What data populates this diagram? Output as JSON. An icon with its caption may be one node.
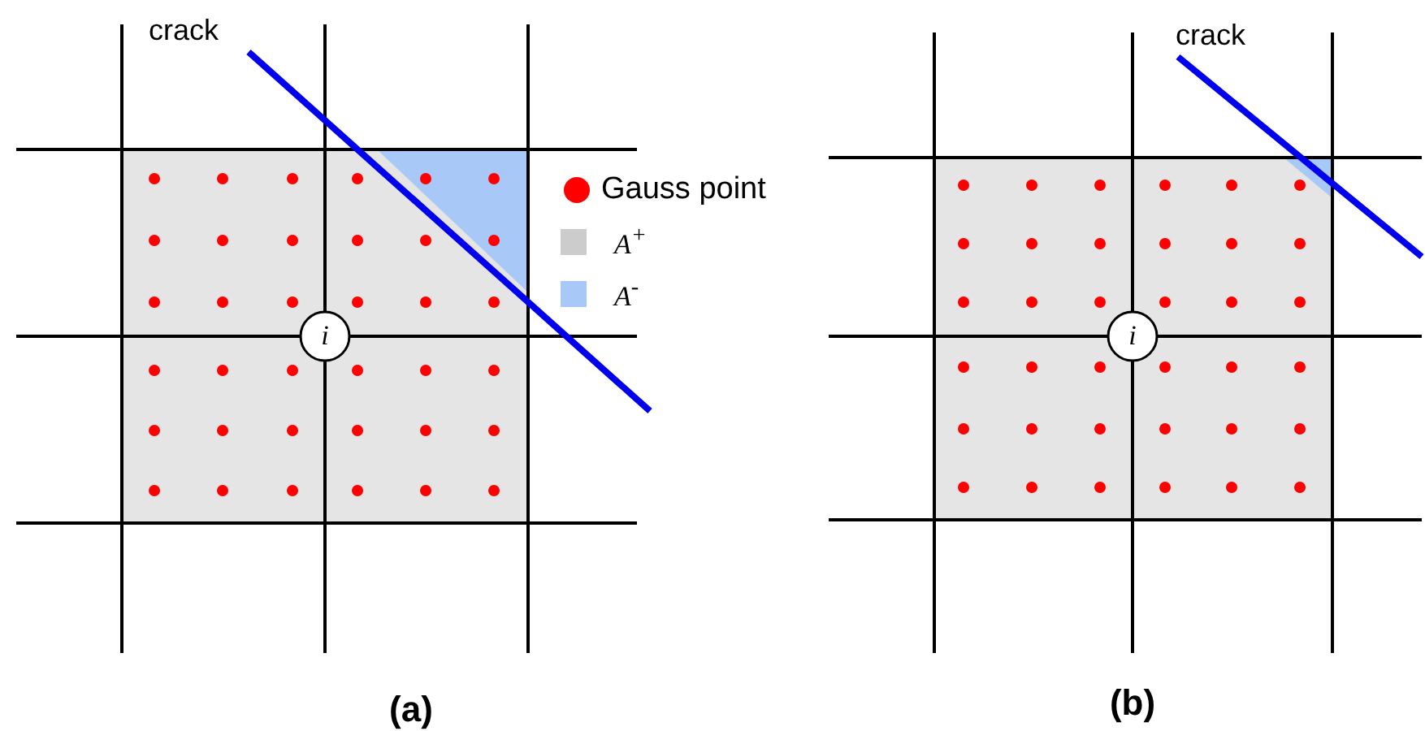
{
  "diagram": {
    "labels": [
      "crack",
      "i",
      "(a)",
      "crack",
      "i",
      "(b)"
    ],
    "legend": [
      {
        "text": "Gauss point"
      },
      {
        "text": "A$^{+}$",
        "color": "#cccccc"
      },
      {
        "text": "A$^{-}$",
        "color": "#a8c8f8"
      }
    ]
  }
}
